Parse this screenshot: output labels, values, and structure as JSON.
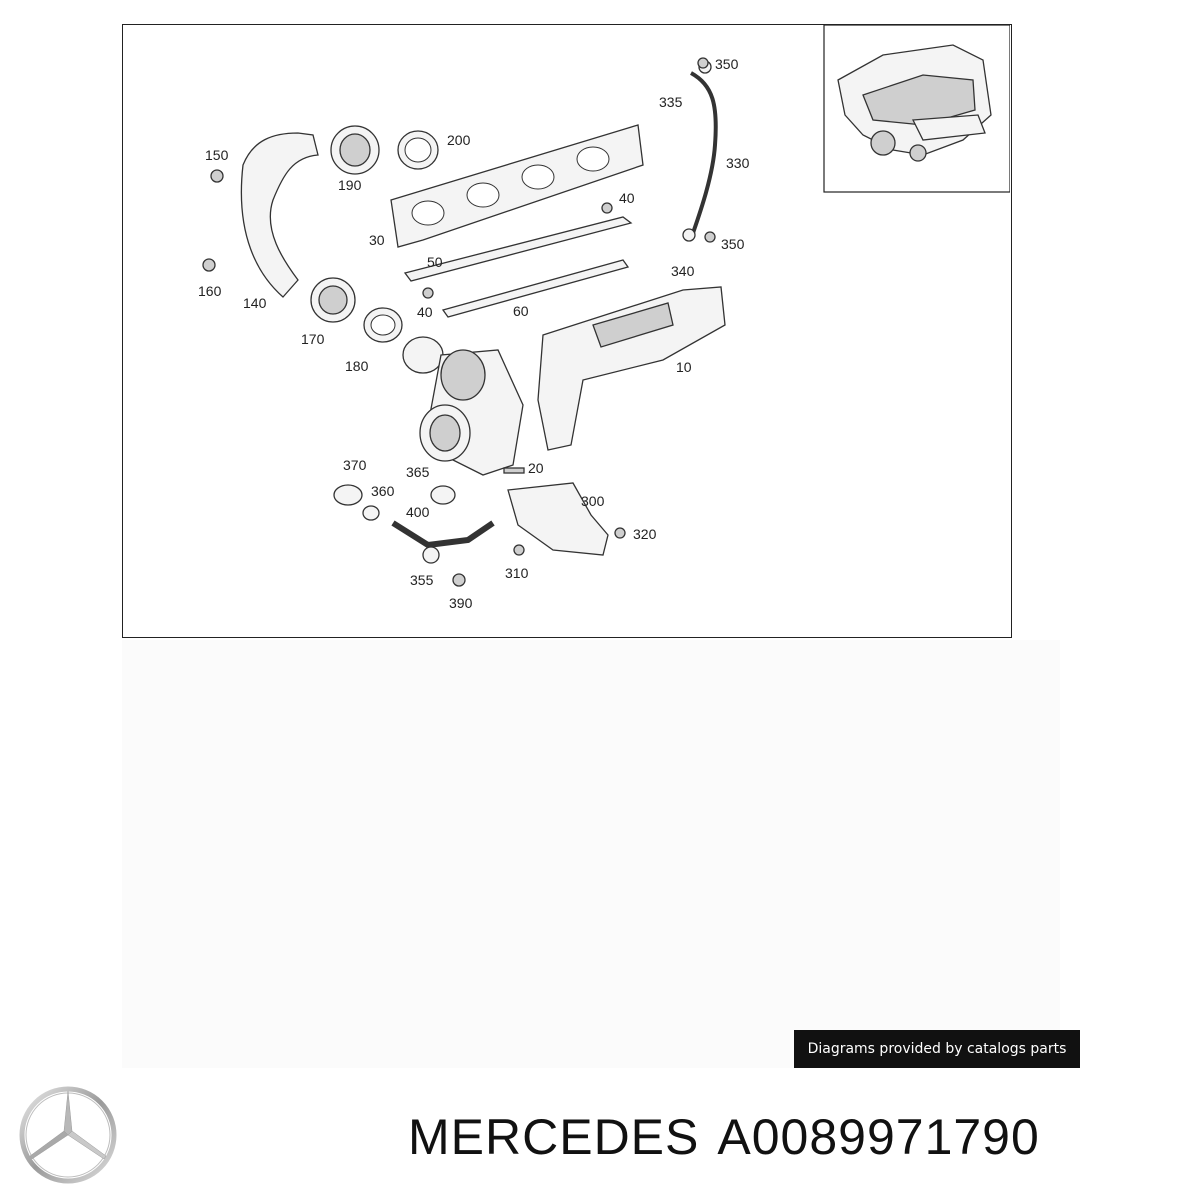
{
  "diagram": {
    "part_labels": [
      "350",
      "335",
      "330",
      "350",
      "340",
      "200",
      "190",
      "150",
      "160",
      "140",
      "40",
      "30",
      "50",
      "40",
      "60",
      "170",
      "180",
      "10",
      "370",
      "365",
      "20",
      "300",
      "360",
      "400",
      "320",
      "355",
      "310",
      "390"
    ]
  },
  "credit_text": "Diagrams provided by catalogs parts",
  "brand": {
    "name": "MERCEDES",
    "part_number": "A0089971790"
  },
  "icons": {
    "logo": "mercedes-star-icon"
  }
}
